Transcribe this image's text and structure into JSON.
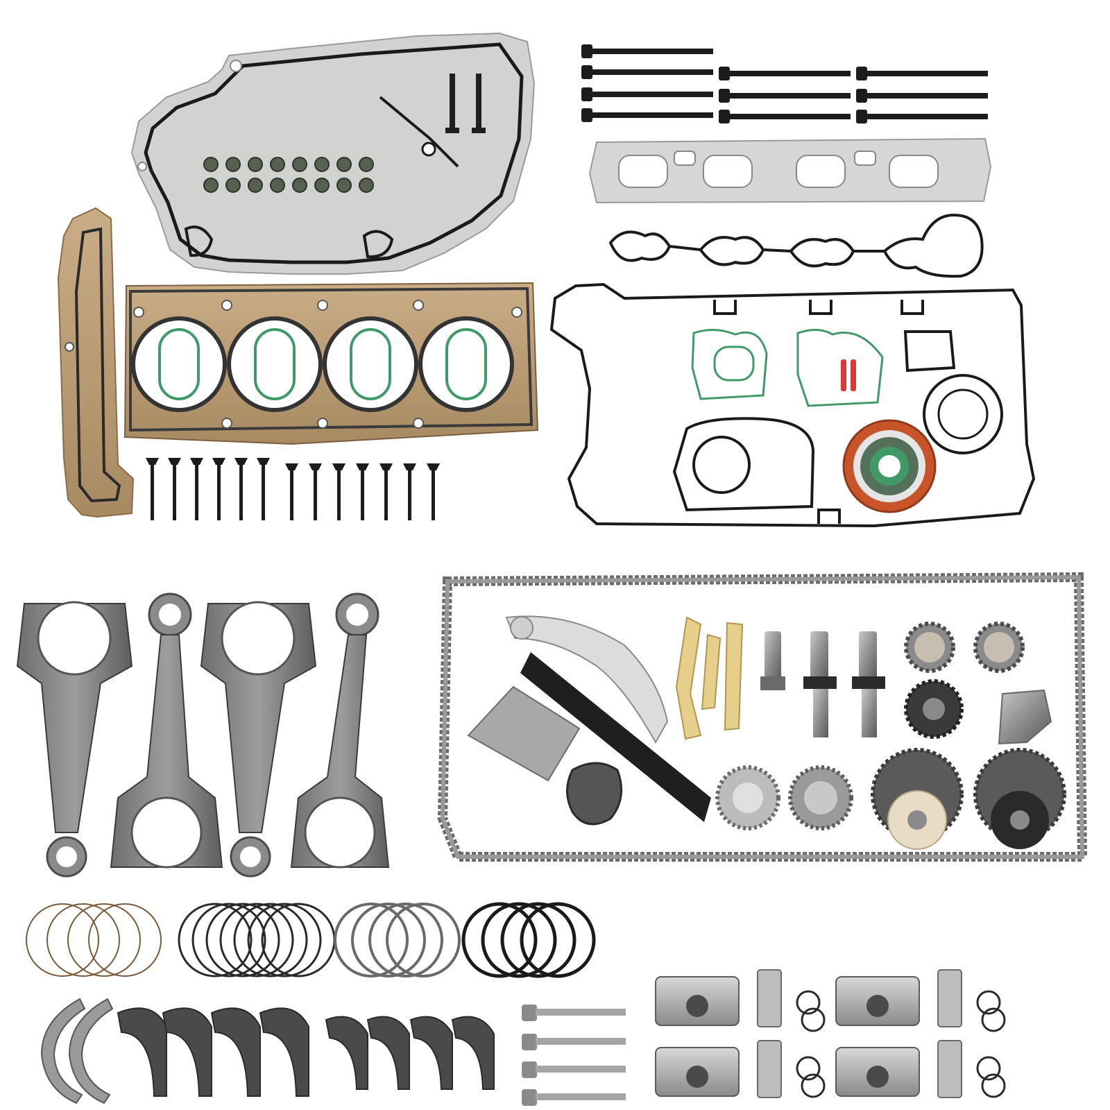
{
  "colors": {
    "background": "#ffffff",
    "gasket_silver": "#d4d4d2",
    "gasket_bronze": "#b89a74",
    "gasket_black": "#1a1a1a",
    "seal_green": "#3f9a68",
    "seal_orange": "#c8542a",
    "guide_tan": "#e6cf8a",
    "steel": "#9a9a9a",
    "steel_dark": "#4a4a4a",
    "pin_red": "#d83a3a"
  },
  "parts": [
    {
      "name": "timing-cover-gasket",
      "icon": "gasket-icon"
    },
    {
      "name": "valve-stem-seals",
      "icon": "seal-icon"
    },
    {
      "name": "cylinder-head-gasket",
      "icon": "gasket-icon"
    },
    {
      "name": "head-bolts",
      "icon": "bolt-icon"
    },
    {
      "name": "exhaust-manifold-gasket",
      "icon": "gasket-icon"
    },
    {
      "name": "intake-manifold-gasket",
      "icon": "gasket-icon"
    },
    {
      "name": "valve-cover-gasket",
      "icon": "gasket-icon"
    },
    {
      "name": "valves",
      "icon": "valve-icon"
    },
    {
      "name": "timing-chain",
      "icon": "chain-icon"
    },
    {
      "name": "chain-guides",
      "icon": "guide-icon"
    },
    {
      "name": "vvt-solenoids",
      "icon": "solenoid-icon"
    },
    {
      "name": "sprockets",
      "icon": "gear-icon"
    },
    {
      "name": "cam-phasers",
      "icon": "gear-icon"
    },
    {
      "name": "connecting-rods",
      "icon": "rod-icon"
    },
    {
      "name": "piston-rings",
      "icon": "ring-icon"
    },
    {
      "name": "bearings",
      "icon": "bearing-icon"
    },
    {
      "name": "rod-bolts",
      "icon": "bolt-icon"
    },
    {
      "name": "pistons",
      "icon": "piston-icon"
    }
  ]
}
